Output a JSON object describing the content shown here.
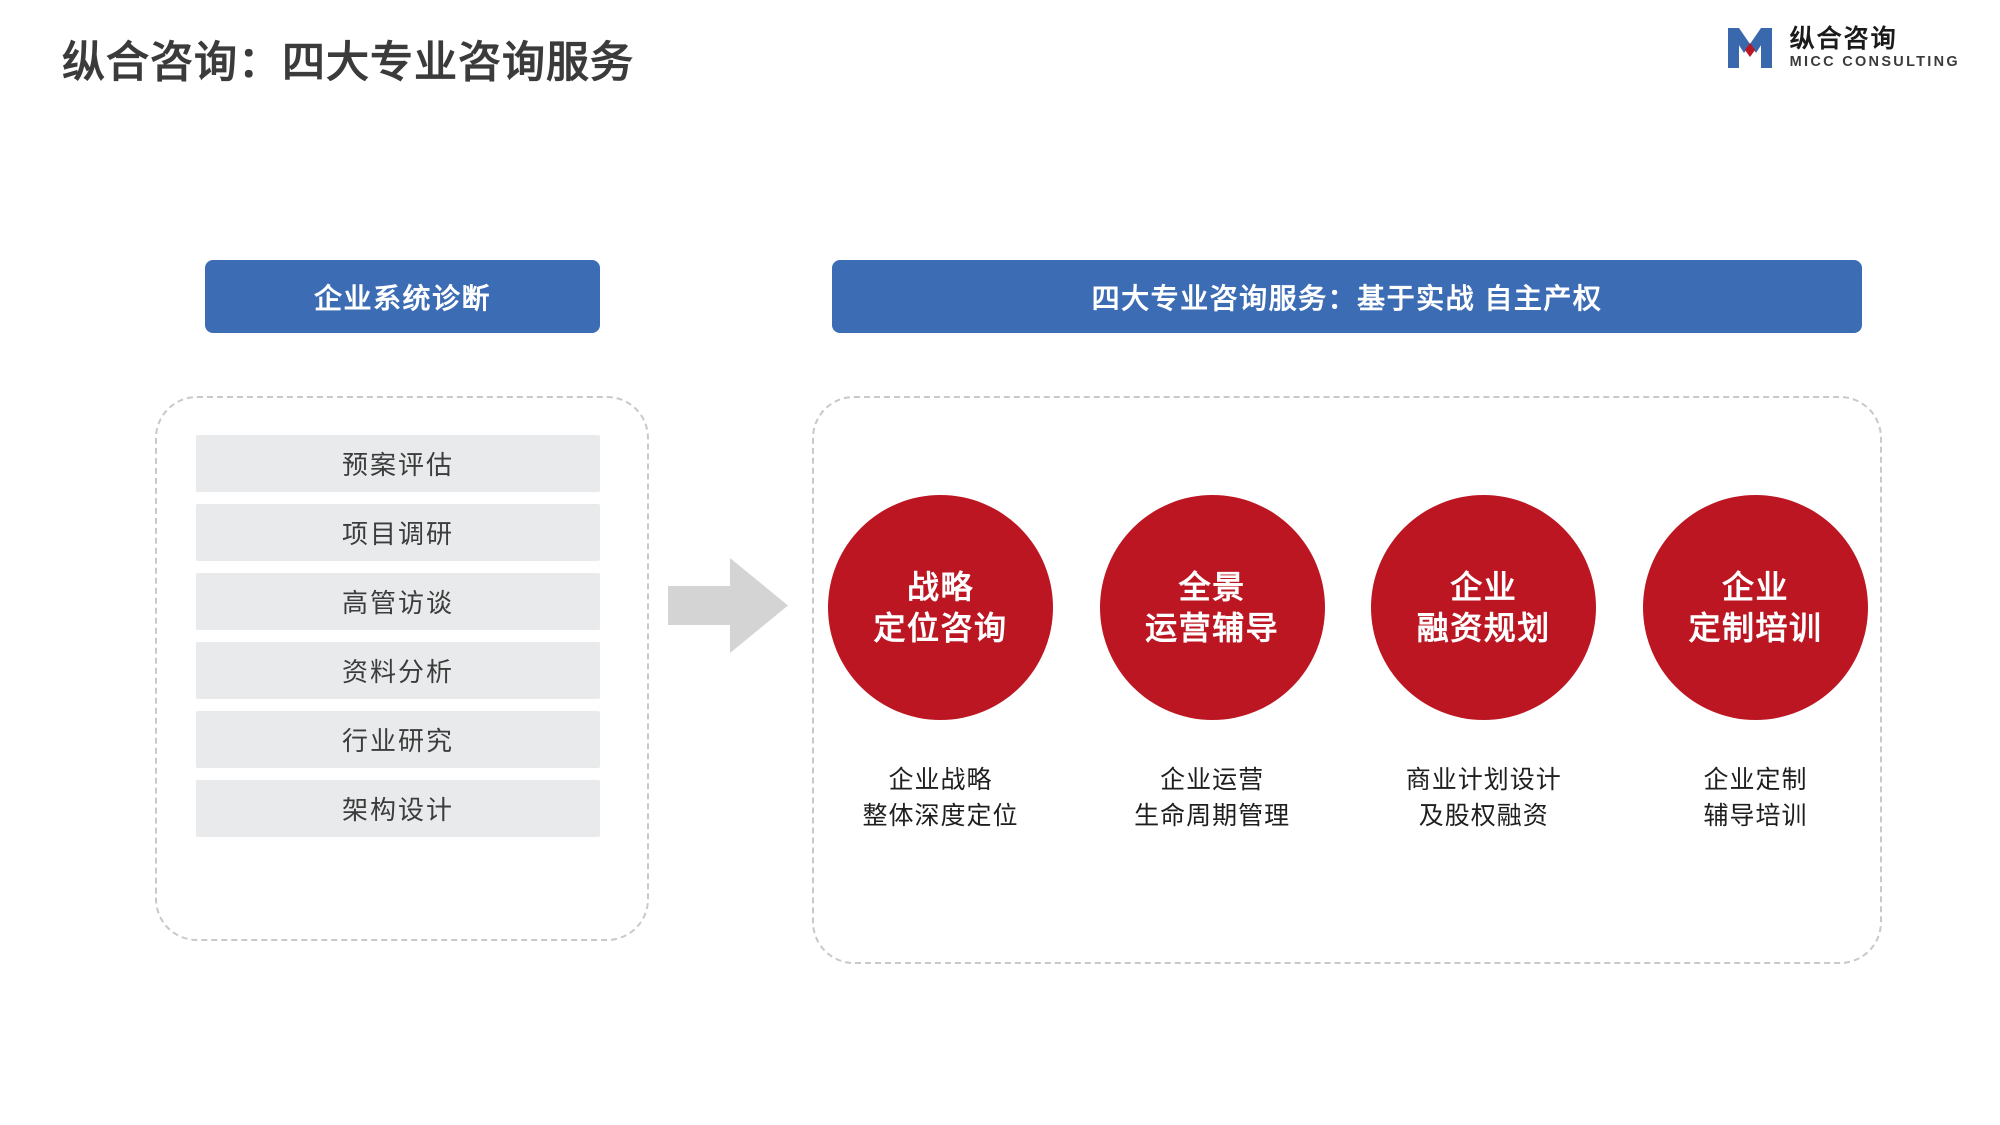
{
  "header": {
    "title": "纵合咨询：四大专业咨询服务",
    "logo": {
      "mark_icon": "micc-m-logo-icon",
      "name_cn": "纵合咨询",
      "name_en": "MICC CONSULTING",
      "mark_color_primary": "#3a68ad",
      "mark_color_accent": "#bc1622"
    }
  },
  "colors": {
    "banner_blue": "#3c6cb4",
    "circle_red": "#bc1622",
    "list_gray": "#e9eaeb",
    "dashed_border": "#c9c9c9",
    "arrow_gray": "#d4d4d4",
    "title_text": "#3b3b3b"
  },
  "left_section": {
    "banner_label": "企业系统诊断",
    "items": [
      {
        "label": "预案评估"
      },
      {
        "label": "项目调研"
      },
      {
        "label": "高管访谈"
      },
      {
        "label": "资料分析"
      },
      {
        "label": "行业研究"
      },
      {
        "label": "架构设计"
      }
    ]
  },
  "connector": {
    "icon": "right-arrow-icon"
  },
  "right_section": {
    "banner_label": "四大专业咨询服务：基于实战  自主产权",
    "services": [
      {
        "circle_line1": "战略",
        "circle_line2": "定位咨询",
        "caption_line1": "企业战略",
        "caption_line2": "整体深度定位"
      },
      {
        "circle_line1": "全景",
        "circle_line2": "运营辅导",
        "caption_line1": "企业运营",
        "caption_line2": "生命周期管理"
      },
      {
        "circle_line1": "企业",
        "circle_line2": "融资规划",
        "caption_line1": "商业计划设计",
        "caption_line2": "及股权融资"
      },
      {
        "circle_line1": "企业",
        "circle_line2": "定制培训",
        "caption_line1": "企业定制",
        "caption_line2": "辅导培训"
      }
    ]
  }
}
